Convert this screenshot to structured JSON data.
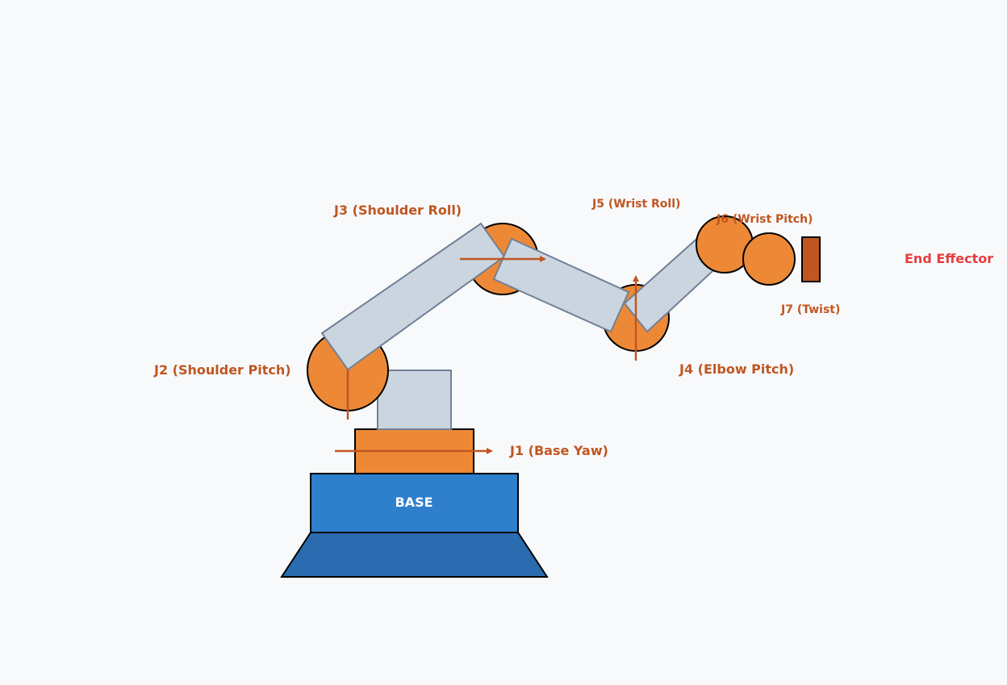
{
  "base": {
    "label": "BASE",
    "color": "#2e7fcc",
    "foot_color": "#2b6cb0",
    "text_color": "#ffffff"
  },
  "colors": {
    "joint": "#ed8936",
    "link_fill": "#cbd5e0",
    "link_stroke": "#718096",
    "arrow": "#c05621",
    "joint_label": "#c05621",
    "end_effector": "#c05621",
    "end_effector_label": "#e53e3e",
    "outline": "#000000"
  },
  "joints": {
    "j1": "J1 (Base Yaw)",
    "j2": "J2 (Shoulder Pitch)",
    "j3": "J3 (Shoulder Roll)",
    "j4": "J4 (Elbow Pitch)",
    "j5": "J5 (Wrist Roll)",
    "j6": "J6 (Wrist Pitch)",
    "j7": "J7 (Twist)"
  },
  "end_effector": {
    "label": "End Effector"
  }
}
